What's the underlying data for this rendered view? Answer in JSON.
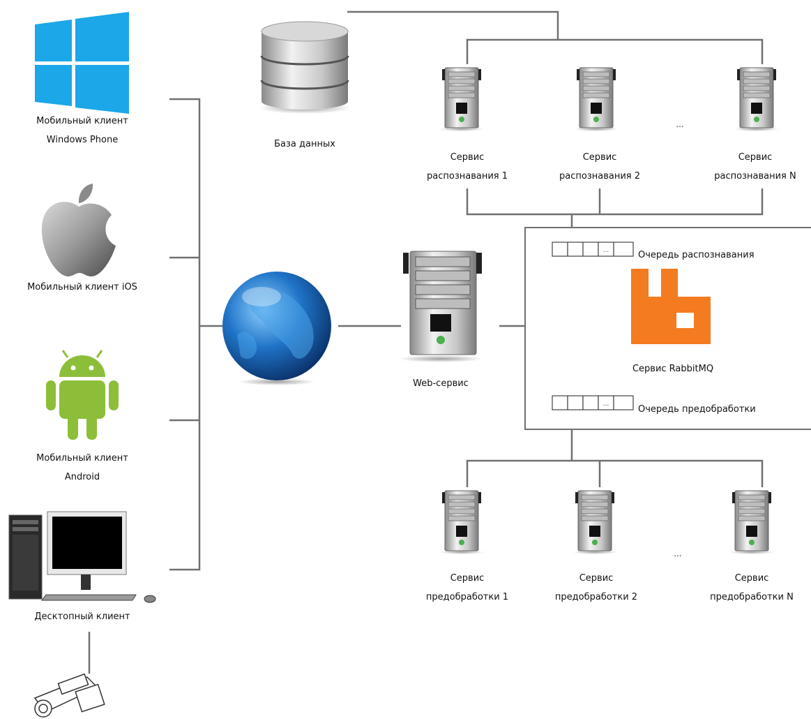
{
  "clients": {
    "winphone": [
      "Мобильный клиент",
      "Windows Phone"
    ],
    "ios": [
      "Мобильный клиент iOS"
    ],
    "android": [
      "Мобильный клиент",
      "Android"
    ],
    "desktop": [
      "Десктопный клиент"
    ]
  },
  "database": "База данных",
  "web_service": "Web-сервис",
  "recognition_services": [
    [
      "Сервис",
      "распознавания 1"
    ],
    [
      "Сервис",
      "распознавания 2"
    ],
    [
      "Сервис",
      "распознавания N"
    ]
  ],
  "preprocessing_services": [
    [
      "Сервис",
      "предобработки 1"
    ],
    [
      "Сервис",
      "предобработки 2"
    ],
    [
      "Сервис",
      "предобработки N"
    ]
  ],
  "rabbitmq": {
    "queue_recognition": "Очередь распознавания",
    "service": "Сервис RabbitMQ",
    "queue_preprocessing": "Очередь предобработки",
    "queue_cell_ellipsis": "...",
    "logo_color": "#F47B20"
  },
  "ellipsis": "...",
  "colors": {
    "line": "#707070",
    "globe": "#1F73C7",
    "android": "#8DBE3A",
    "windows": "#1BA7E8"
  }
}
